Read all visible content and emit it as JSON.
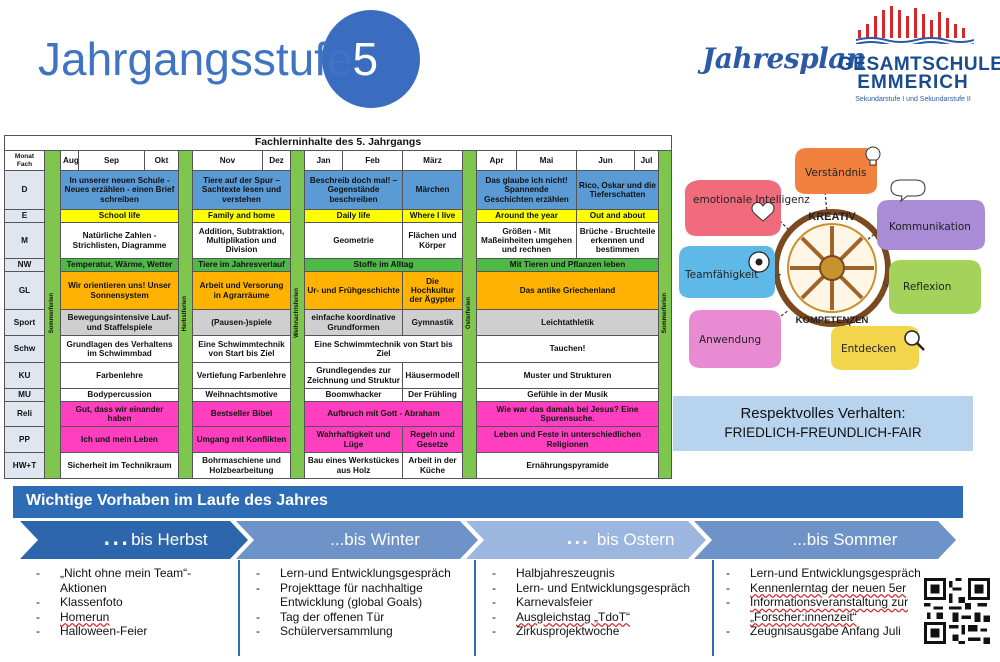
{
  "header": {
    "title_main": "Jahrgangsstufe",
    "title_number": "5",
    "plan_label": "Jahresplan",
    "school_name_1": "GESAMTSCHULE",
    "school_name_2": "EMMERICH",
    "school_sub": "Sekundarstufe I und Sekundarstufe II"
  },
  "table": {
    "caption": "Fachlerninhalte des  5. Jahrgangs",
    "corner": [
      "Monat",
      "Fach"
    ],
    "months": [
      "Aug",
      "Sep",
      "Okt",
      "Nov",
      "Dez",
      "Jan",
      "Feb",
      "März",
      "Apr",
      "Mai",
      "Jun",
      "Jul"
    ],
    "holidays": [
      "Sommerferien",
      "Herbstferien",
      "Weihnachtsferien",
      "Osterferien",
      "Sommerferien"
    ],
    "rows": [
      {
        "fach": "D",
        "cells": [
          "In unserer neuen Schule - Neues erzählen - einen Brief schreiben",
          "Tiere auf der Spur – Sachtexte lesen und verstehen",
          "Beschreib doch mal! – Gegenstände beschreiben",
          "Märchen",
          "Das glaube ich nicht! Spannende Geschichten erzählen",
          "Rico, Oskar und die Tieferschatten"
        ]
      },
      {
        "fach": "E",
        "cells": [
          "School life",
          "Family and home",
          "Daily life",
          "Where I live",
          "Around the year",
          "Out and about"
        ]
      },
      {
        "fach": "M",
        "cells": [
          "Natürliche Zahlen - Strichlisten, Diagramme",
          "Addition, Subtraktion, Multiplikation und Division",
          "Geometrie",
          "Flächen und Körper",
          "Größen - Mit Maßeinheiten umgehen und rechnen",
          "Brüche - Bruchteile erkennen und bestimmen"
        ]
      },
      {
        "fach": "NW",
        "cells": [
          "Temperatur, Wärme, Wetter",
          "Tiere im Jahresverlauf",
          "Stoffe im Alltag",
          "Mit Tieren und Pflanzen leben"
        ]
      },
      {
        "fach": "GL",
        "cells": [
          "Wir orientieren uns! Unser Sonnensystem",
          "Arbeit und Versorung in Agrarräume",
          "Ur- und Frühgeschichte",
          "Die Hochkultur der Ägypter",
          "Das antike Griechenland"
        ]
      },
      {
        "fach": "Sport",
        "cells": [
          "Bewegungsintensive Lauf- und Staffelspiele",
          "(Pausen-)spiele",
          "einfache koordinative Grundformen",
          "Gymnastik",
          "Leichtathletik"
        ]
      },
      {
        "fach": "Schw",
        "cells": [
          "Grundlagen des Verhaltens im Schwimmbad",
          "Eine Schwimmtechnik von Start bis Ziel",
          "Eine Schwimmtechnik von Start bis Ziel",
          "Tauchen!"
        ]
      },
      {
        "fach": "KU",
        "cells": [
          "Farbenlehre",
          "Vertiefung Farbenlehre",
          "Grundlegendes zur Zeichnung und Struktur",
          "Häusermodell",
          "Muster und Strukturen"
        ]
      },
      {
        "fach": "MU",
        "cells": [
          "Bodypercussion",
          "Weihnachtsmotive",
          "Boomwhacker",
          "Der Frühling",
          "Gefühle in der Musik"
        ]
      },
      {
        "fach": "Reli",
        "cells": [
          "Gut, dass wir einander haben",
          "Bestseller Bibel",
          "Aufbruch mit Gott - Abraham",
          "Wie war das damals bei Jesus? Eine Spurensuche."
        ]
      },
      {
        "fach": "PP",
        "cells": [
          "Ich und mein Leben",
          "Umgang mit Konflikten",
          "Wahrhaftigkeit und Lüge",
          "Regeln und Gesetze",
          "Leben und Feste in unterschiedlichen Religionen"
        ]
      },
      {
        "fach": "HW+T",
        "cells": [
          "Sicherheit im Technikraum",
          "Bohrmaschiene und Holzbearbeitung",
          "Bau eines Werkstückes aus Holz",
          "Arbeit in der Küche",
          "Ernährungspyramide"
        ]
      }
    ]
  },
  "competencies": {
    "center_top": "KREATIV",
    "center_bottom": "KOMPETENZEN",
    "items": [
      "emotionale Intelligenz",
      "Verständnis",
      "Kommunikation",
      "Teamfähigkeit",
      "Reflexion",
      "Anwendung",
      "Entdecken"
    ]
  },
  "respect": {
    "line1": "Respektvolles Verhalten:",
    "line2": "FRIEDLICH-FREUNDLICH-FAIR"
  },
  "vorhaben": {
    "title": "Wichtige Vorhaben im Laufe des Jahres",
    "phases": [
      {
        "dots": "...",
        "label": "bis Herbst",
        "items": [
          "„Nicht ohne mein Team“-Aktionen",
          "Klassenfoto",
          "Homerun",
          "Halloween-Feier"
        ]
      },
      {
        "dots": "...",
        "label": " bis Winter",
        "items": [
          "Lern-und Entwicklungsgespräch",
          "Projekttage für nachhaltige Entwicklung (global Goals)",
          "Tag der offenen Tür",
          "Schülerversammlung"
        ]
      },
      {
        "dots": "...",
        "label": "bis Ostern",
        "items": [
          "Halbjahreszeugnis",
          "Lern- und Entwicklungsgespräch",
          "Karnevalsfeier",
          "Ausgleichstag „TdoT“",
          "Zirkusprojektwoche"
        ]
      },
      {
        "dots": "...",
        "label": " bis Sommer",
        "items": [
          "Lern-und Entwicklungsgespräch",
          "Kennenlerntag der neuen 5er",
          "Informationsveranstaltung zur „Forscher:innenzeit“",
          "Zeugnisausgabe Anfang Juli"
        ]
      }
    ]
  },
  "colors": {
    "title_blue": "#3f74c3",
    "circle_blue": "#3a6cc0",
    "banner_blue": "#2e6cb5",
    "holiday_green": "#7fc64e",
    "D": "#5b9bd5",
    "E": "#ffff00",
    "NW": "#4fb947",
    "GL": "#ffb300",
    "Reli": "#ff3fbf",
    "Sport": "#cfcfcf"
  }
}
